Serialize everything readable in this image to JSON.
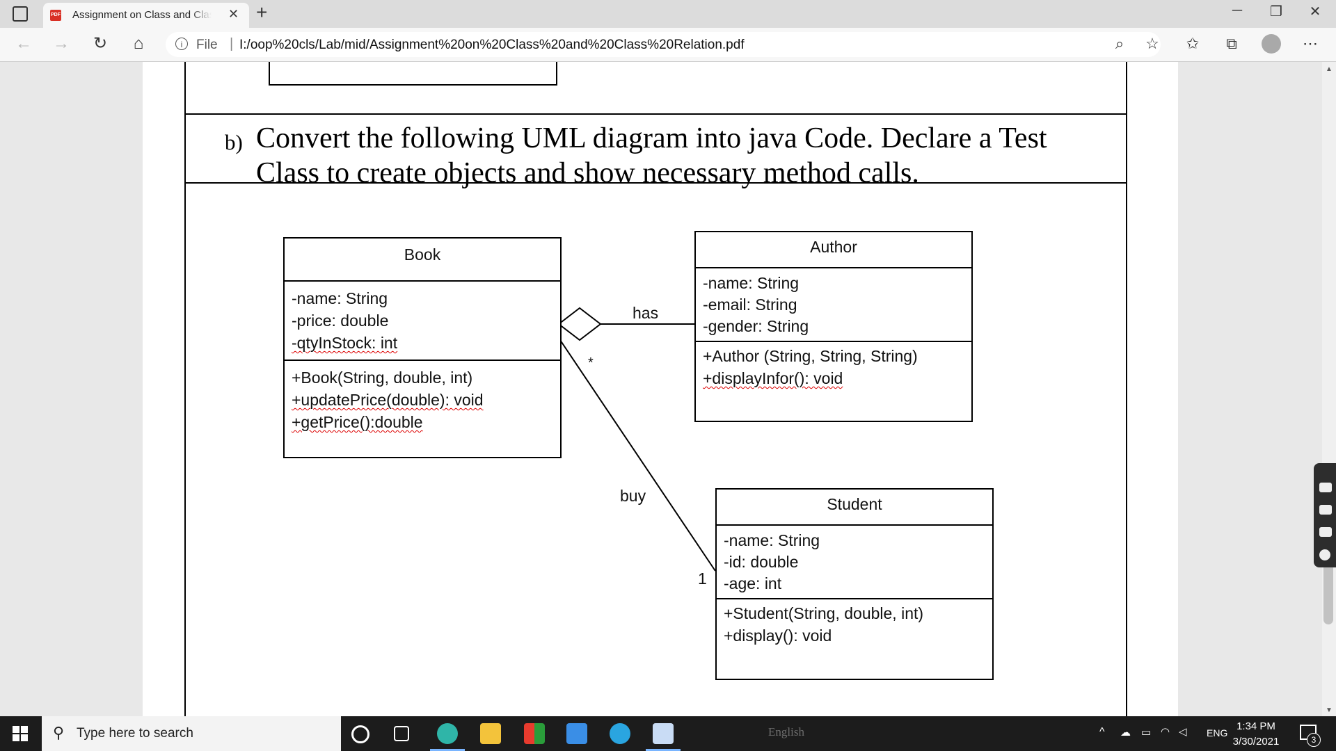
{
  "browser": {
    "tab": {
      "title": "Assignment on Class and Class Relation.pdf",
      "favicon": "PDF"
    },
    "address": {
      "protocol_label": "File",
      "url": "I:/oop%20cls/Lab/mid/Assignment%20on%20Class%20and%20Class%20Relation.pdf"
    }
  },
  "document": {
    "question_label": "b)",
    "question_text": "Convert the following UML diagram into java Code. Declare a Test Class to create objects and show necessary method calls.",
    "classes": {
      "book": {
        "name": "Book",
        "attributes": [
          "-name: String",
          "-price: double",
          "-qtyInStock: int"
        ],
        "methods": [
          "+Book(String, double, int)",
          "+updatePrice(double): void",
          "+getPrice():double"
        ]
      },
      "author": {
        "name": "Author",
        "attributes": [
          "-name: String",
          "-email: String",
          "-gender: String"
        ],
        "methods": [
          "+Author (String, String, String)",
          "+displayInfor(): void"
        ]
      },
      "student": {
        "name": "Student",
        "attributes": [
          "-name: String",
          "-id: double",
          "-age: int"
        ],
        "methods": [
          "+Student(String, double, int)",
          "+display(): void"
        ]
      }
    },
    "relations": {
      "has_label": "has",
      "buy_label": "buy",
      "book_multiplicity": "*",
      "student_multiplicity": "1"
    }
  },
  "taskbar": {
    "search_placeholder": "Type here to search",
    "language_bar": "English",
    "input_lang": "ENG",
    "time": "1:34 PM",
    "date": "3/30/2021",
    "notification_count": "3"
  },
  "colors": {
    "pdf_red": "#d93025",
    "taskbar": "#1c1c1c",
    "accent_blue": "#7ab5ff"
  }
}
